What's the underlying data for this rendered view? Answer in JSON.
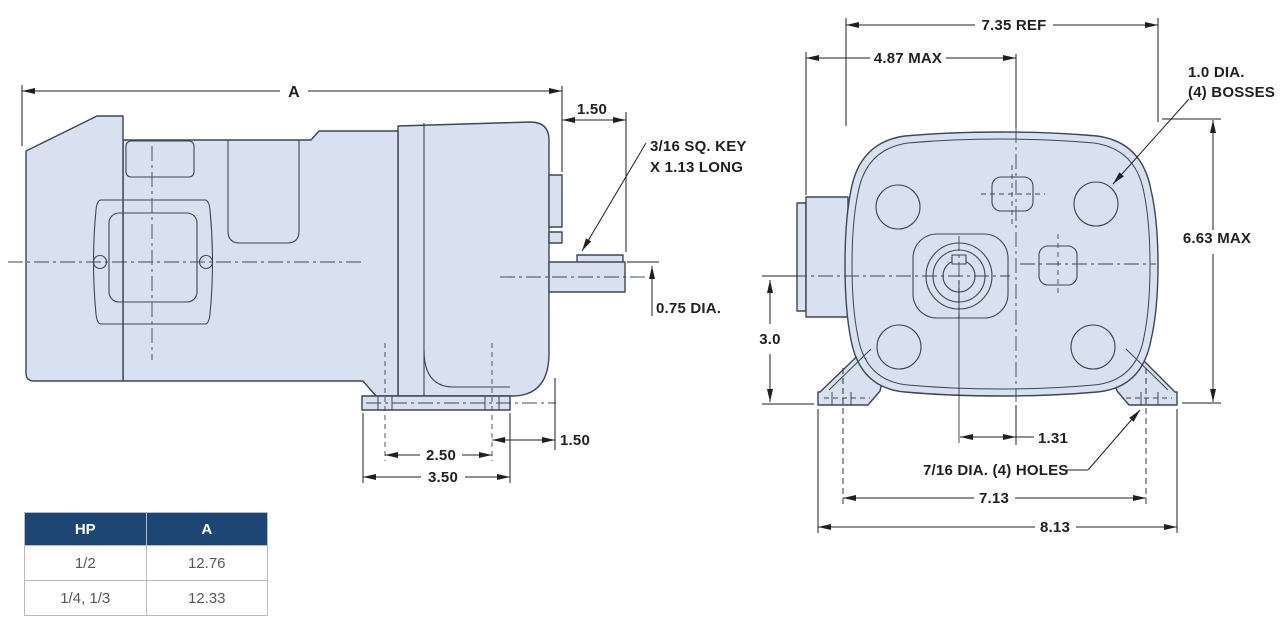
{
  "colors": {
    "body_fill": "#d8e1f0",
    "outline": "#3d4655",
    "dim": "#231f20",
    "table_header_bg": "#1c4673",
    "table_header_text": "#ffffff",
    "table_border": "#b7bcc4",
    "table_text": "#54585f",
    "page_bg": "#ffffff"
  },
  "side_view": {
    "dim_overall_length": "A",
    "dim_rear_to_shaft_end": "1.50",
    "key_note_line1": "3/16 SQ. KEY",
    "key_note_line2": "X 1.13 LONG",
    "shaft_diameter_note": "0.75 DIA.",
    "dim_foot_to_rear_face": "1.50",
    "dim_foot_bolt_spacing": "2.50",
    "dim_foot_length": "3.50"
  },
  "end_view": {
    "dim_width_reference": "7.35 REF",
    "dim_width_max": "4.87 MAX",
    "boss_note_line1": "1.0 DIA.",
    "boss_note_line2": "(4) BOSSES",
    "dim_height_max": "6.63 MAX",
    "dim_shaft_centerline_height": "3.0",
    "dim_shaft_offset": "1.31",
    "mounting_holes_note": "7/16 DIA. (4) HOLES",
    "dim_bolt_hole_span": "7.13",
    "dim_base_width": "8.13"
  },
  "table": {
    "columns": [
      "HP",
      "A"
    ],
    "rows": [
      [
        "1/2",
        "12.76"
      ],
      [
        "1/4, 1/3",
        "12.33"
      ]
    ]
  }
}
